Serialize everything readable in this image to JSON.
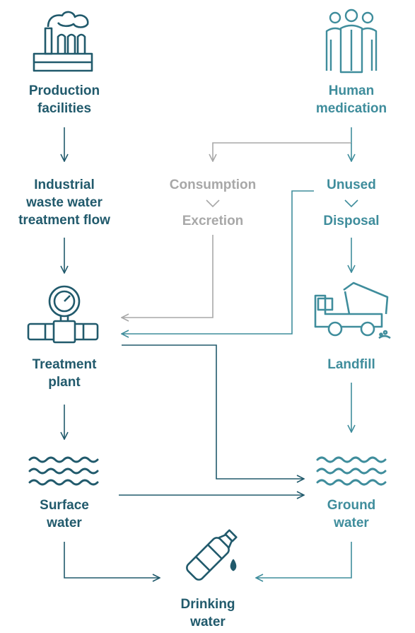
{
  "colors": {
    "dark": "#215a6c",
    "teal": "#3f8d9c",
    "gray": "#a8a8a8",
    "background": "#ffffff"
  },
  "labels": {
    "production": [
      "Production",
      "facilities"
    ],
    "industrial": [
      "Industrial",
      "waste water",
      "treatment flow"
    ],
    "treatment": [
      "Treatment",
      "plant"
    ],
    "surface": [
      "Surface",
      "water"
    ],
    "drinking": [
      "Drinking",
      "water"
    ],
    "human": [
      "Human",
      "medication"
    ],
    "consumption": "Consumption",
    "excretion": "Excretion",
    "unused": "Unused",
    "disposal": "Disposal",
    "landfill": "Landfill",
    "ground": [
      "Ground",
      "water"
    ]
  },
  "icons": {
    "production": "factory-icon",
    "human": "people-icon",
    "treatment": "pipe-gauge-icon",
    "landfill": "dump-truck-icon",
    "surface": "waves-icon",
    "ground": "waves-icon",
    "drinking": "water-bottle-icon"
  }
}
